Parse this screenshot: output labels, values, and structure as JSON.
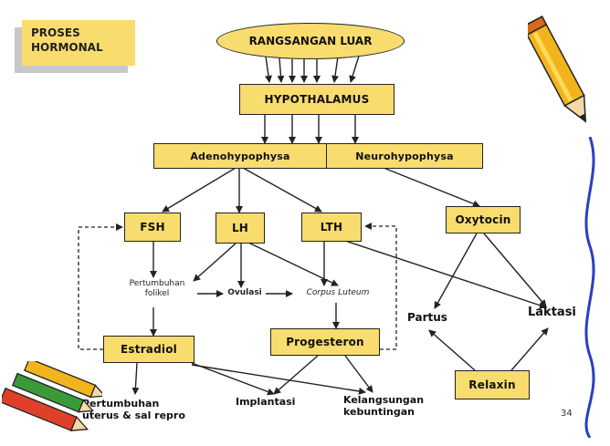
{
  "title": "PROSES HORMONAL",
  "nodes": {
    "stimulus": "RANGSANGAN LUAR",
    "hypothalamus": "HYPOTHALAMUS",
    "adeno": "Adenohypophysa",
    "neuro": "Neurohypophysa",
    "fsh": "FSH",
    "lh": "LH",
    "lth": "LTH",
    "oxytocin": "Oxytocin",
    "folikel_line1": "Pertumbuhan",
    "folikel_line2": "folikel",
    "ovulasi": "Ovulasi",
    "corpus": "Corpus Luteum",
    "estradiol": "Estradiol",
    "progesteron": "Progesteron",
    "partus": "Partus",
    "laktasi": "Laktasi",
    "relaxin": "Relaxin",
    "implantasi": "Implantasi",
    "kelangsungan_line1": "Kelangsungan",
    "kelangsungan_line2": "kebuntingan",
    "repro_line1": "Pertumbuhan",
    "repro_line2": "uterus & sal repro"
  },
  "page_number": "34",
  "colors": {
    "box_fill": "#f9dc6e",
    "stroke": "#222222"
  },
  "decorations": [
    "pencil-icon",
    "crayons-icon",
    "scroll-border"
  ]
}
